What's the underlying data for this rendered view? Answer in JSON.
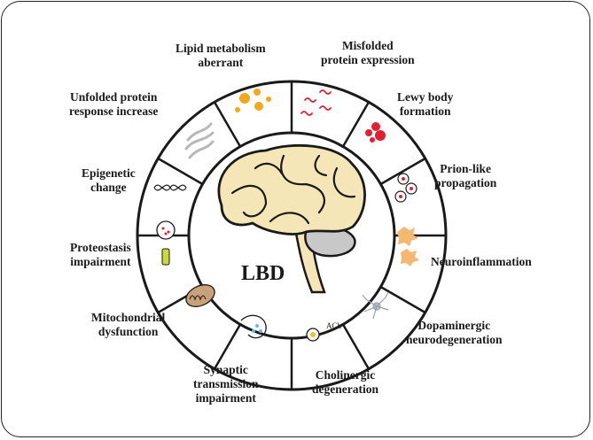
{
  "center": {
    "label": "LBD"
  },
  "segments": [
    {
      "id": "misfolded",
      "lines": [
        "Misfolded",
        "protein expression"
      ],
      "icon": "misfolded-protein-icon"
    },
    {
      "id": "lewy",
      "lines": [
        "Lewy body",
        "formation"
      ],
      "icon": "lewy-body-icon"
    },
    {
      "id": "prion",
      "lines": [
        "Prion-like",
        "propagation"
      ],
      "icon": "prion-propagation-icon"
    },
    {
      "id": "neuroinflammation",
      "lines": [
        "Neuroinflammation"
      ],
      "icon": "microglia-icon"
    },
    {
      "id": "dopaminergic",
      "lines": [
        "Dopaminergic",
        "neurodegeneration"
      ],
      "icon": "neuron-icon"
    },
    {
      "id": "cholinergic",
      "lines": [
        "Cholinergic",
        "degeneration"
      ],
      "icon": "acetylcholine-cell-icon",
      "icon_text": "ACh"
    },
    {
      "id": "synaptic",
      "lines": [
        "Synaptic",
        "transmission",
        "impairment"
      ],
      "icon": "synapse-icon"
    },
    {
      "id": "mitochondrial",
      "lines": [
        "Mitochondrial",
        "dysfunction"
      ],
      "icon": "mitochondria-icon"
    },
    {
      "id": "proteostasis",
      "lines": [
        "Proteostasis",
        "impairment"
      ],
      "icon": "lysosome-icon"
    },
    {
      "id": "epigenetic",
      "lines": [
        "Epigenetic",
        "change"
      ],
      "icon": "dna-icon"
    },
    {
      "id": "unfolded",
      "lines": [
        "Unfolded protein",
        "response increase"
      ],
      "icon": "er-stress-icon"
    },
    {
      "id": "lipid",
      "lines": [
        "Lipid metabolism",
        "aberrant"
      ],
      "icon": "lipid-droplet-icon"
    }
  ],
  "colors": {
    "outline": "#1a1a1a",
    "brain": "#f5e6b8",
    "cerebellum": "#c8c8c8",
    "lipid": "#f2a81d",
    "red": "#e02030",
    "microglia": "#f4b870",
    "mito": "#c9a27a",
    "gray": "#b8b8b8"
  }
}
